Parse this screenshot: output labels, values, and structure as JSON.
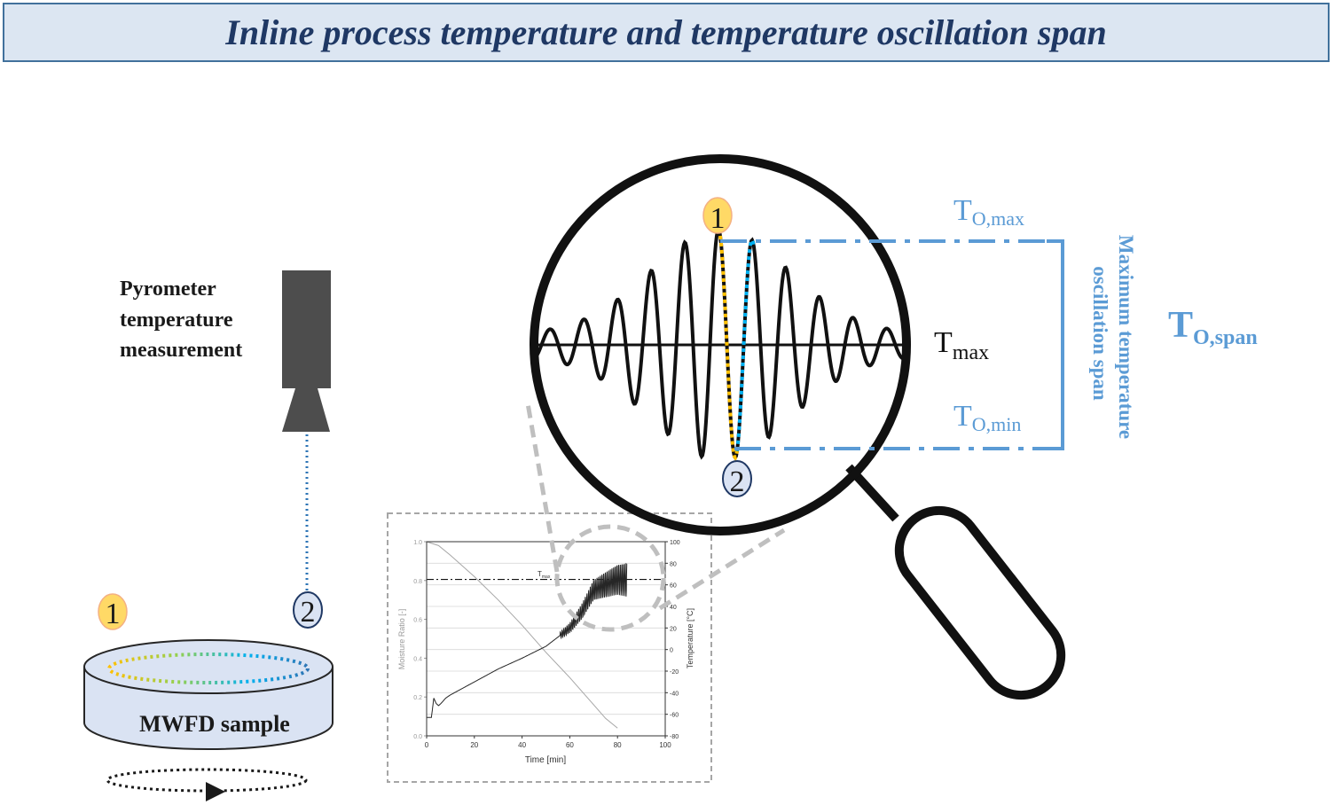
{
  "title": "Inline process temperature and temperature oscillation span",
  "pyrometer": {
    "lines": [
      "Pyrometer",
      "temperature",
      "measurement"
    ]
  },
  "sample": {
    "label": "MWFD sample"
  },
  "markers": {
    "one": "1",
    "two": "2"
  },
  "zoom": {
    "t_o_max_main": "T",
    "t_o_max_sub": "O,max",
    "t_o_min_main": "T",
    "t_o_min_sub": "O,min",
    "t_max_main": "T",
    "t_max_sub": "max",
    "span_lines": [
      "Maximum temperature",
      "oscillation span"
    ],
    "t_o_span_main": "T",
    "t_o_span_sub": "O,span"
  },
  "colors": {
    "title_bg": "#dce6f2",
    "title_border": "#41719c",
    "title_text": "#1f3864",
    "accent_blue": "#5b9bd5",
    "marker_yellow": "#ffd966",
    "marker_blue": "#dae3f3",
    "pyrometer": "#4d4d4d",
    "sample_fill": "#dae3f3"
  },
  "chart_data": {
    "type": "line",
    "x": {
      "label": "Time [min]",
      "range": [
        0,
        100
      ],
      "ticks": [
        "0",
        "20",
        "40",
        "60",
        "80",
        "100"
      ]
    },
    "y_left": {
      "label": "Moisture Ratio [-]",
      "range": [
        0,
        1.0
      ],
      "ticks": [
        "0.0",
        "0.2",
        "0.4",
        "0.6",
        "0.8",
        "1.0"
      ]
    },
    "y_right": {
      "label": "Temperature [°C]",
      "range": [
        -80,
        100
      ],
      "ticks": [
        "-80",
        "-60",
        "-40",
        "-20",
        "0",
        "20",
        "40",
        "60",
        "80",
        "100"
      ]
    },
    "threshold": {
      "label": "T",
      "label_sub": "max",
      "value_c": 65
    },
    "grid": true,
    "series": [
      {
        "axis": "left",
        "x": [
          0,
          5,
          10,
          20,
          30,
          40,
          50,
          60,
          70,
          75,
          80
        ],
        "y": [
          1.0,
          0.98,
          0.93,
          0.82,
          0.7,
          0.57,
          0.43,
          0.3,
          0.16,
          0.09,
          0.04
        ]
      },
      {
        "axis": "right",
        "x": [
          0,
          2,
          3,
          4,
          5,
          6,
          8,
          10,
          20,
          30,
          40,
          50,
          60,
          65,
          70,
          75,
          80,
          84
        ],
        "y": [
          -63,
          -63,
          -45,
          -50,
          -52,
          -50,
          -45,
          -42,
          -30,
          -18,
          -8,
          3,
          20,
          35,
          55,
          60,
          65,
          65
        ]
      }
    ],
    "oscillation": {
      "start_x": 56,
      "end_x": 84,
      "amp_start_c": 3,
      "amp_end_c": 16
    }
  }
}
